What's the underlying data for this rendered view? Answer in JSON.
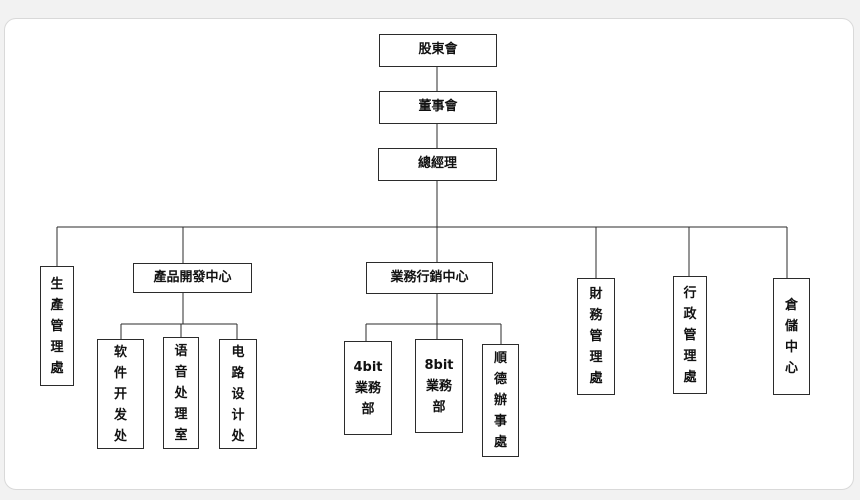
{
  "org_chart": {
    "shareholders": "股東會",
    "board": "董事會",
    "gm": "總經理",
    "production": "生產管理處",
    "rd_center": "產品開發中心",
    "software": "软件开发处",
    "voice": "语音处理室",
    "circuit": "电路设计处",
    "sales_center": "業務行銷中心",
    "sales_4bit": "4bit業務部",
    "sales_8bit": "8bit業務部",
    "shunde": "順德辦事處",
    "finance": "財務管理處",
    "admin": "行政管理處",
    "warehouse": "倉儲中心"
  },
  "colors": {
    "line": "#2b2b2b",
    "box_border": "#2b2b2b",
    "background": "#ffffff"
  }
}
